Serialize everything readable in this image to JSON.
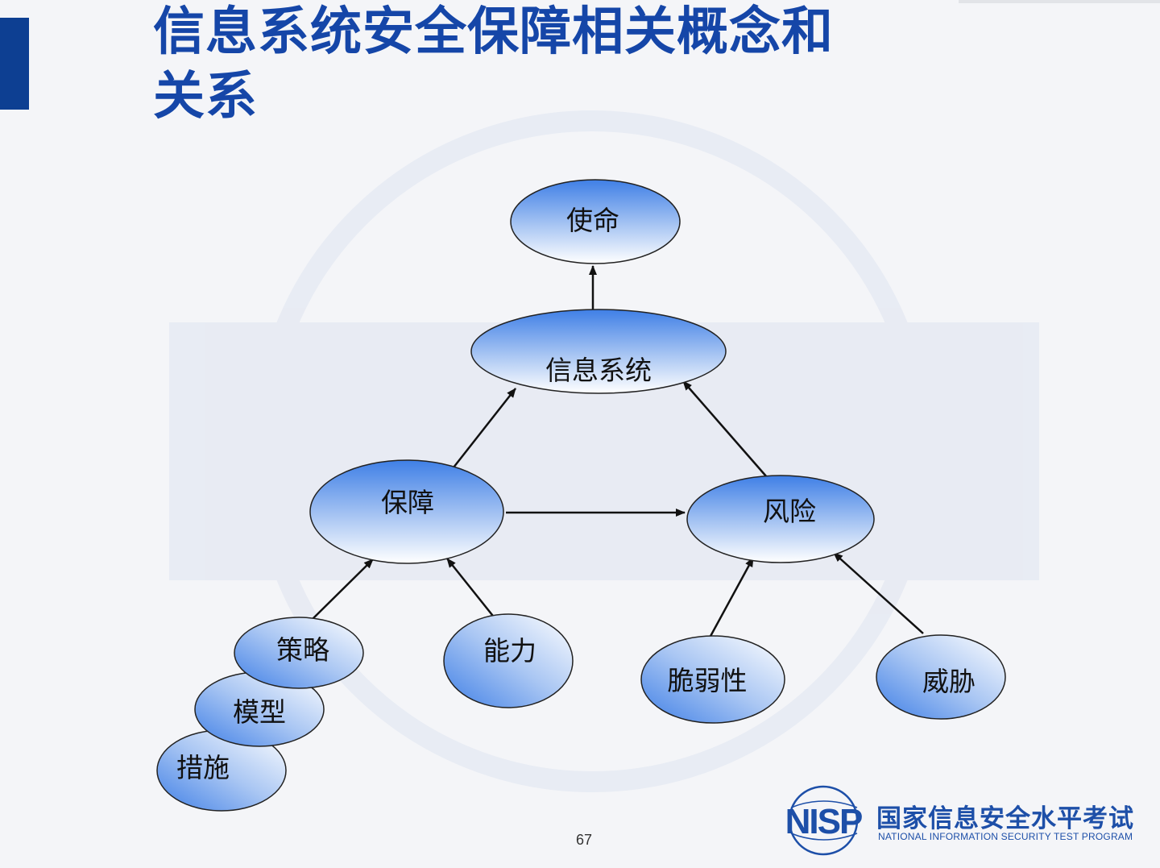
{
  "slide": {
    "title_line1": "信息系统安全保障相关概念和",
    "title_line2": "关系",
    "page_number": "67"
  },
  "diagram": {
    "nodes": {
      "mission": "使命",
      "info_system": "信息系统",
      "assurance": "保障",
      "risk": "风险",
      "strategy": "策略",
      "model": "模型",
      "measures": "措施",
      "capability": "能力",
      "vulnerability": "脆弱性",
      "threat": "威胁"
    },
    "edges": [
      {
        "from": "信息系统",
        "to": "使命"
      },
      {
        "from": "保障",
        "to": "信息系统"
      },
      {
        "from": "风险",
        "to": "信息系统"
      },
      {
        "from": "保障",
        "to": "风险"
      },
      {
        "from": "策略",
        "to": "保障"
      },
      {
        "from": "能力",
        "to": "保障"
      },
      {
        "from": "脆弱性",
        "to": "风险"
      },
      {
        "from": "威胁",
        "to": "风险"
      }
    ]
  },
  "logo": {
    "mark_text": "NISP",
    "name": "国家信息安全水平考试",
    "subtitle": "NATIONAL INFORMATION SECURITY TEST PROGRAM"
  },
  "colors": {
    "title": "#1546a8",
    "accent_bar": "#0d3f92",
    "node_fill_dark": "#4a86e8",
    "node_fill_light": "#ffffff"
  }
}
